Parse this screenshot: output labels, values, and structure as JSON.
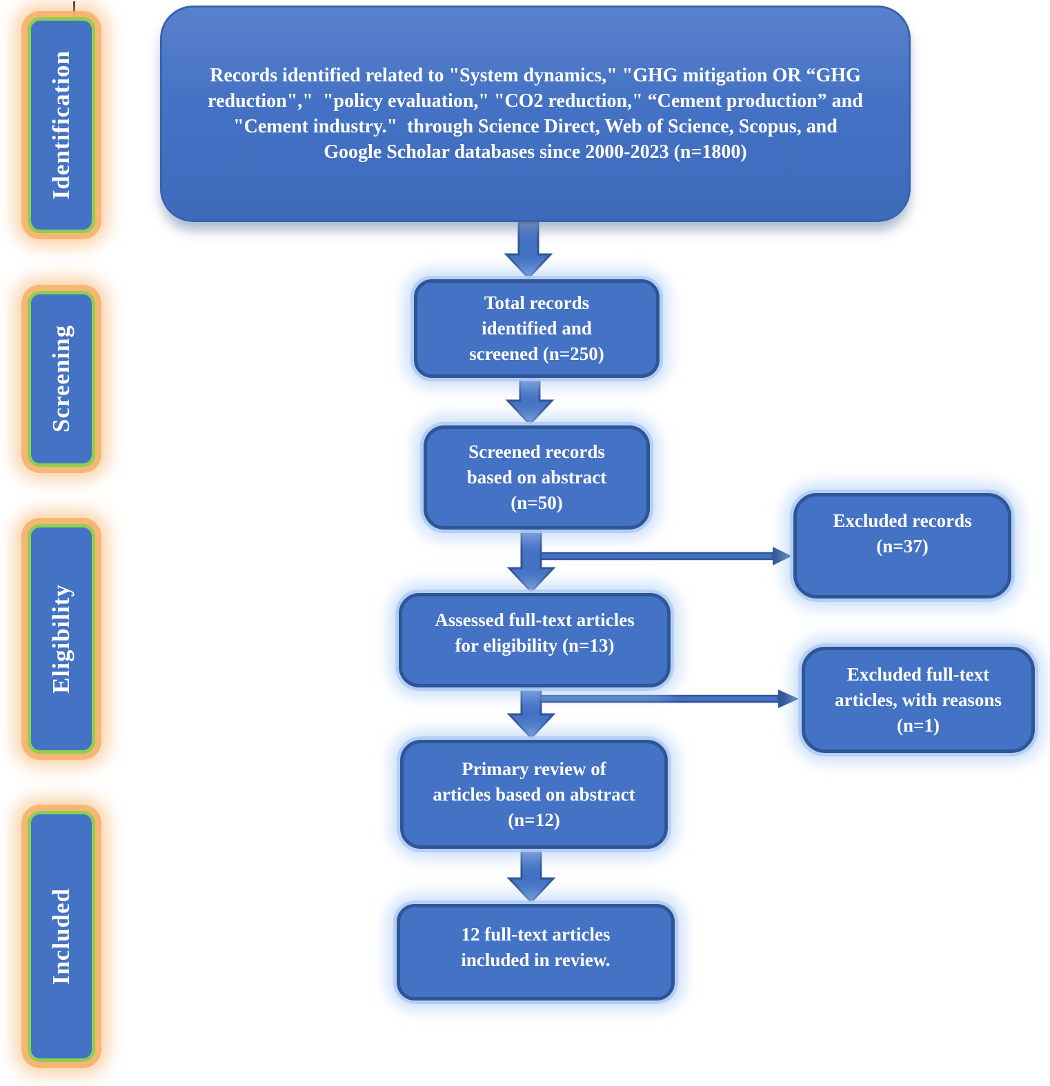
{
  "stages": {
    "identification": "Identification",
    "screening": "Screening",
    "eligibility": "Eligibility",
    "included": "Included"
  },
  "boxes": {
    "records_identified": "Records identified related to \"System dynamics,\" \"GHG mitigation OR “GHG\nreduction\",\"  \"policy evaluation,\" \"CO2 reduction,\" “Cement production” and\n\"Cement industry.\"  through Science Direct, Web of Science, Scopus, and\nGoogle Scholar databases since 2000-2023 (n=1800)",
    "total_records": "Total records\nidentified and\nscreened (n=250)",
    "screened_records": "Screened records\nbased on abstract\n(n=50)",
    "excluded_records": "Excluded records\n(n=37)",
    "assessed_fulltext": "Assessed full-text articles\nfor eligibility (n=13)",
    "excluded_fulltext": "Excluded full-text\narticles, with reasons\n(n=1)",
    "primary_review": "Primary review of\narticles based on abstract\n(n=12)",
    "included_review": "12 full-text articles\nincluded in review."
  },
  "counts": {
    "identified": 1800,
    "total_screened": 250,
    "abstract_screened": 50,
    "excluded_records": 37,
    "fulltext_assessed": 13,
    "fulltext_excluded": 1,
    "primary_review": 12,
    "included_in_review": 12
  },
  "colors": {
    "box_fill": "#4472C4",
    "box_border": "#2F5597",
    "blue_glow": "#AECBF5",
    "sidebar_border": "#8FCE52",
    "orange_glow": "#F5B069",
    "text": "#FFFFFF"
  }
}
